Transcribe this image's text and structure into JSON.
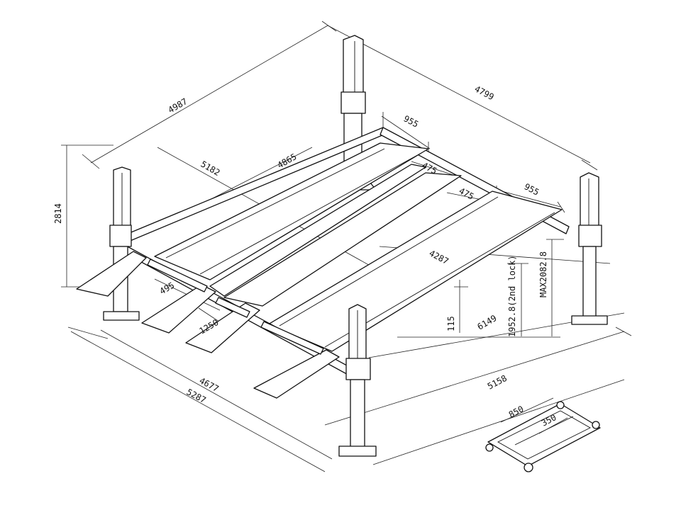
{
  "dimensions": {
    "overall_length_top": "4987",
    "overall_width_top": "4799",
    "track_length_inner": "5182",
    "runway_length": "4865",
    "runway_width_upper": "955",
    "runway_width_lower": "955",
    "gap_upper": "475",
    "gap_lower": "475",
    "width_between_columns": "4287",
    "column_height": "2814",
    "ramp_width": "495",
    "ramp_length": "1250",
    "platform_height": "115",
    "lock_height": "1952.8(2nd lock)",
    "max_height": "MAX2082.8",
    "length_inner_bottom": "6149",
    "base_length_inner": "4677",
    "base_length_outer": "5287",
    "base_width": "5158",
    "jack_width": "850",
    "jack_depth": "350"
  }
}
